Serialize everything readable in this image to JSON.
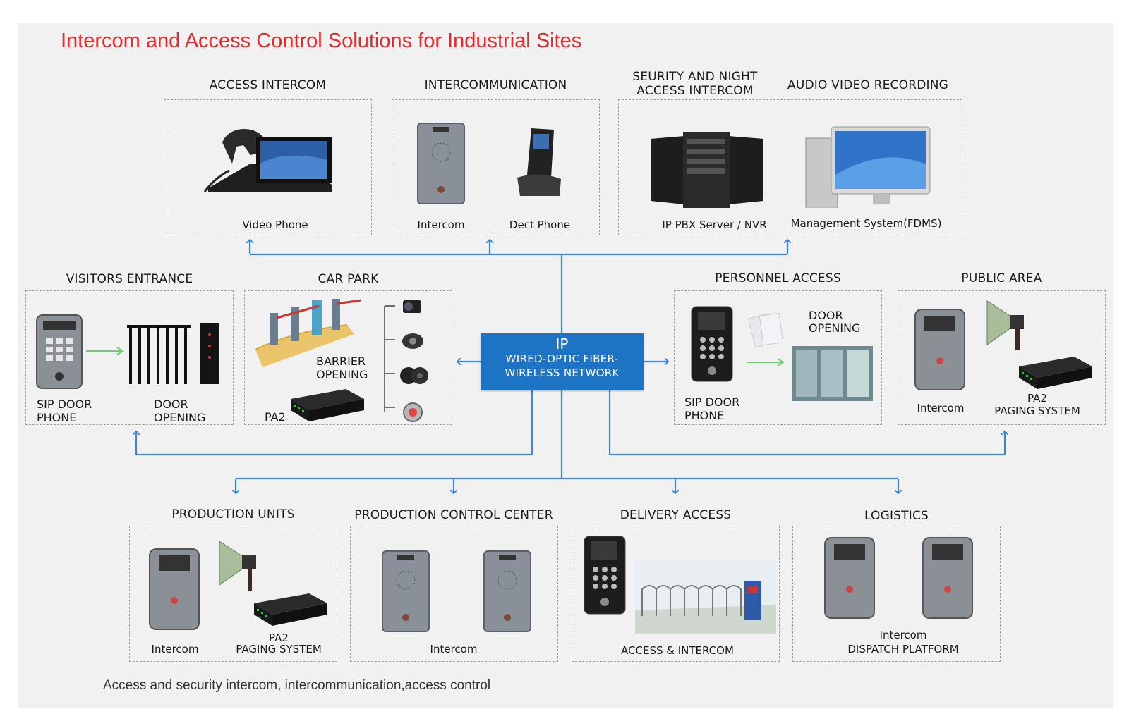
{
  "title": "Intercom and Access Control Solutions for Industrial Sites",
  "footer": "Access and security intercom, intercommunication,access control",
  "center": {
    "title": "IP",
    "line1": "WIRED-OPTIC FIBER-",
    "line2": "WIRELESS NETWORK"
  },
  "sections": {
    "access_intercom": {
      "heading": "ACCESS INTERCOM",
      "labels": [
        "Video Phone"
      ]
    },
    "intercommunication": {
      "heading": "INTERCOMMUNICATION",
      "labels": [
        "Intercom",
        "Dect Phone"
      ]
    },
    "security": {
      "heading_line1": "SEURITY AND NIGHT",
      "heading_line2": "ACCESS INTERCOM",
      "labels": [
        "IP PBX Server / NVR"
      ]
    },
    "audio_video": {
      "heading": "AUDIO VIDEO RECORDING",
      "labels": [
        "Management System(FDMS)"
      ]
    },
    "visitors": {
      "heading": "VISITORS ENTRANCE",
      "labels": [
        "SIP DOOR",
        "PHONE",
        "DOOR",
        "OPENING"
      ]
    },
    "car_park": {
      "heading": "CAR PARK",
      "labels": [
        "BARRIER",
        "OPENING",
        "PA2"
      ]
    },
    "personnel": {
      "heading": "PERSONNEL ACCESS",
      "labels": [
        "DOOR",
        "OPENING",
        "SIP DOOR",
        "PHONE"
      ]
    },
    "public_area": {
      "heading": "PUBLIC AREA",
      "labels": [
        "Intercom",
        "PA2",
        "PAGING SYSTEM"
      ]
    },
    "production_units": {
      "heading": "PRODUCTION UNITS",
      "labels": [
        "Intercom",
        "PA2",
        "PAGING SYSTEM"
      ]
    },
    "production_control": {
      "heading": "PRODUCTION CONTROL CENTER",
      "labels": [
        "Intercom"
      ]
    },
    "delivery": {
      "heading": "DELIVERY ACCESS",
      "labels": [
        "ACCESS & INTERCOM"
      ]
    },
    "logistics": {
      "heading": "LOGISTICS",
      "labels": [
        "Intercom",
        "DISPATCH PLATFORM"
      ]
    }
  },
  "colors": {
    "title": "#e02c2c",
    "network": "#1d73c4",
    "line": "#3f86cf"
  }
}
